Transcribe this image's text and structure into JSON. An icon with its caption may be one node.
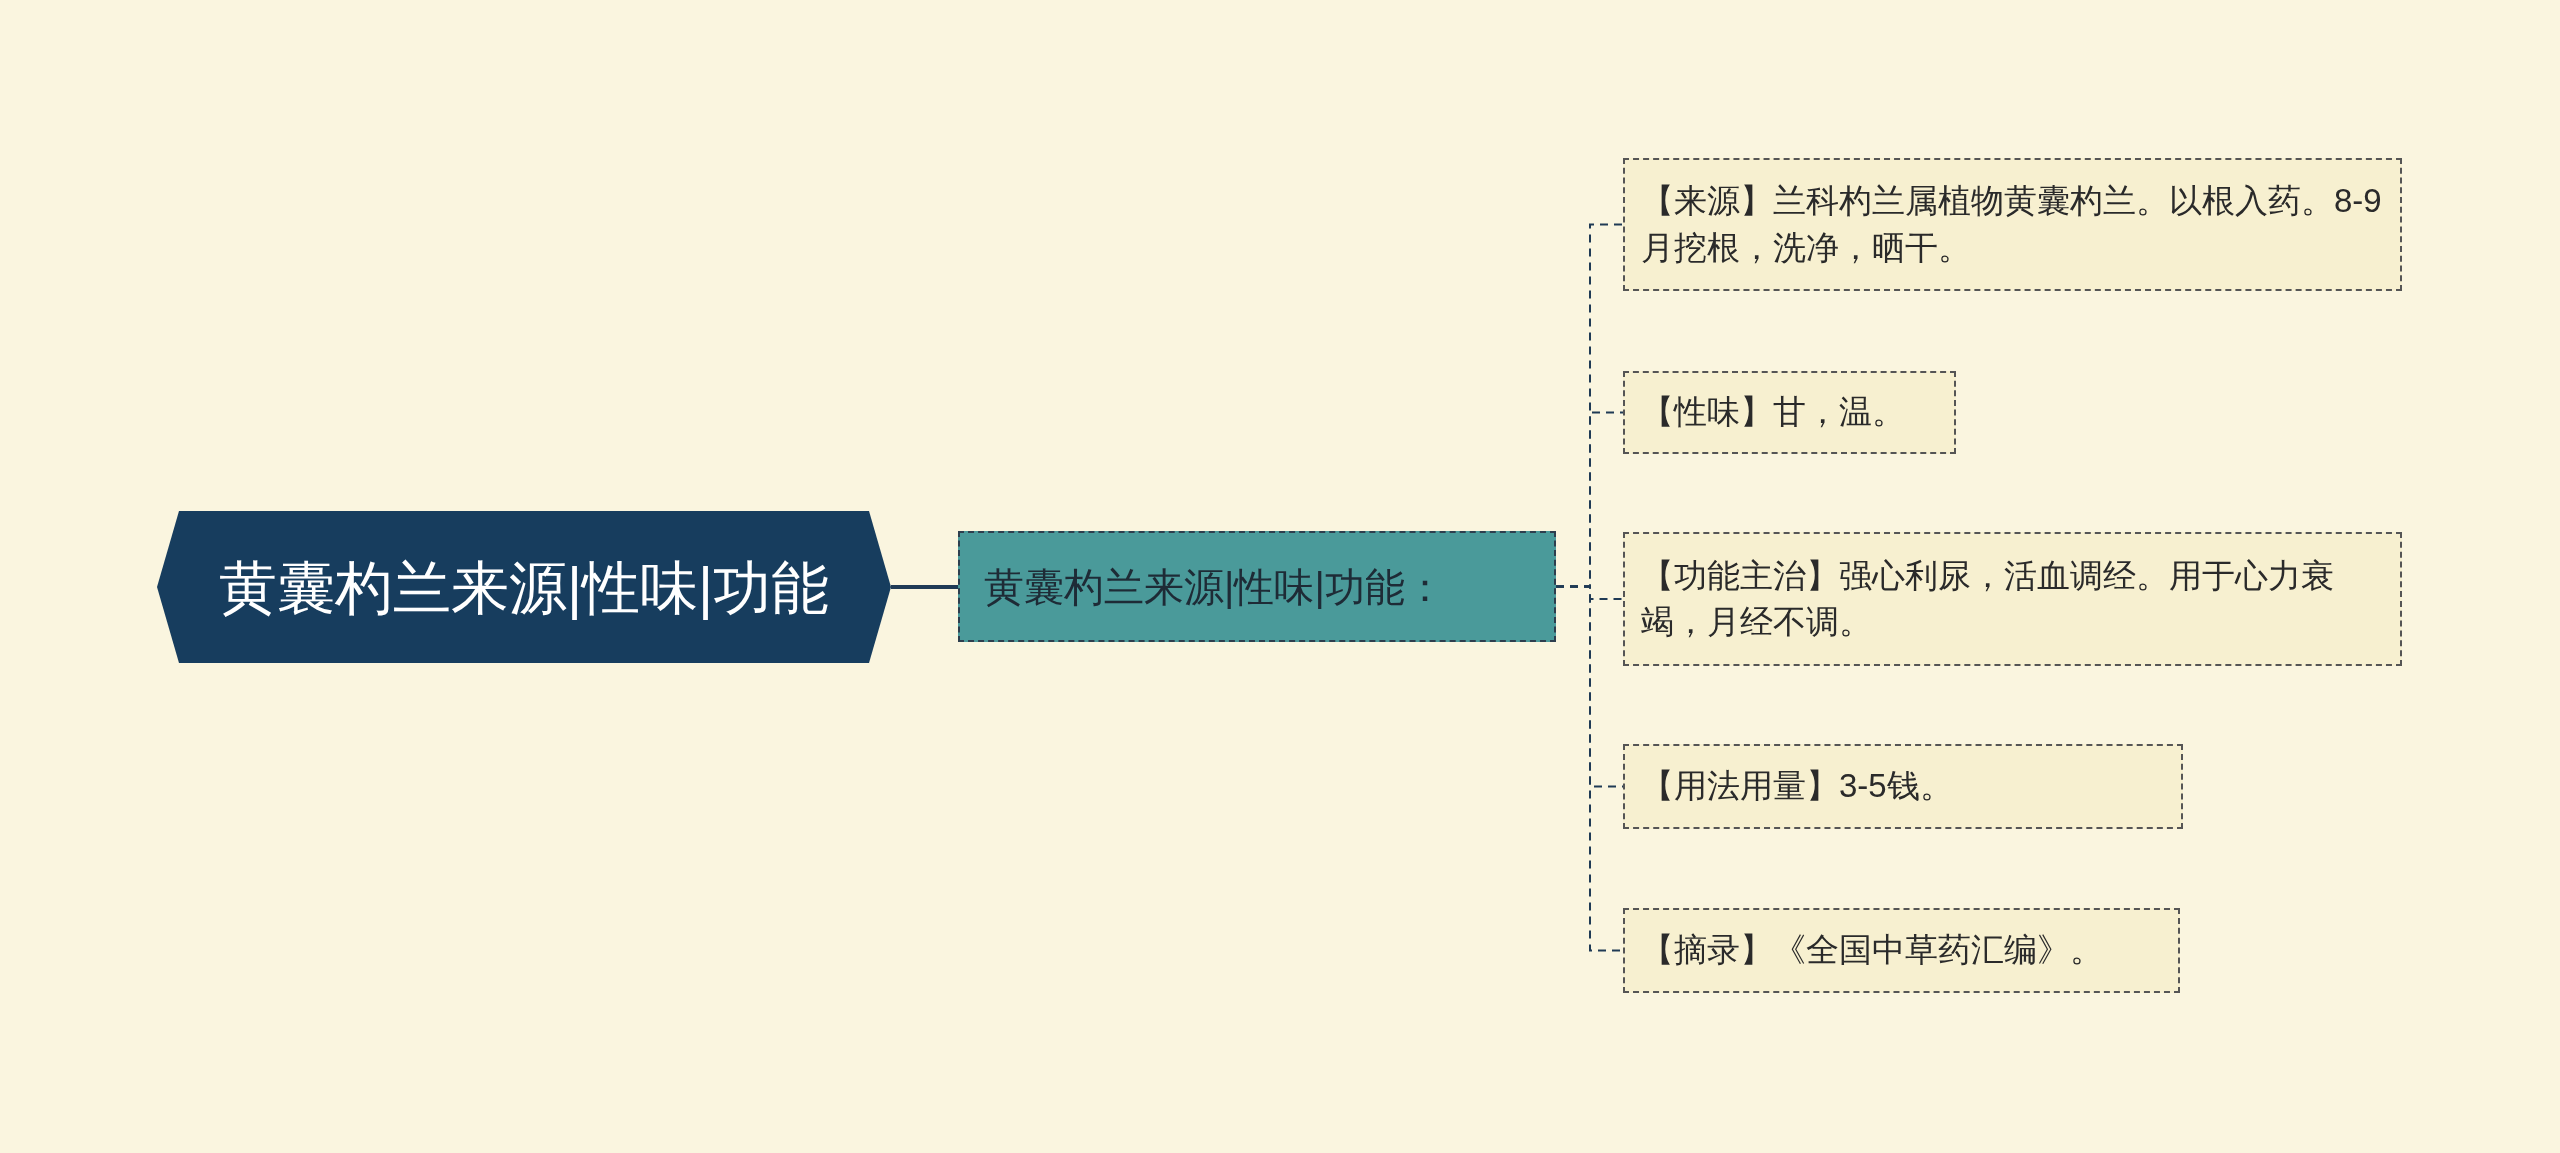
{
  "diagram": {
    "nodes": [
      {
        "text": [
          "黄囊杓兰来源|性味|功能"
        ]
      },
      {
        "text": [
          "黄囊杓兰来源|性味|功能："
        ]
      },
      {
        "text": [
          "【来源】兰科杓兰属植物黄囊杓兰。以根入药。8-9月挖根，洗净，晒干。"
        ]
      },
      {
        "text": [
          "【性味】甘，温。"
        ]
      },
      {
        "text": [
          "【功能主治】强心利尿，活血调经。用于心力衰竭，月经不调。"
        ]
      },
      {
        "text": [
          "【用法用量】3-5钱。"
        ]
      },
      {
        "text": [
          "【摘录】《全国中草药汇编》。"
        ]
      }
    ],
    "edges": [
      {
        "from": 0,
        "to": 1,
        "arrow": "none"
      },
      {
        "from": 1,
        "to": 2,
        "arrow": "none",
        "style": "dashed"
      },
      {
        "from": 1,
        "to": 3,
        "arrow": "none",
        "style": "dashed"
      },
      {
        "from": 1,
        "to": 4,
        "arrow": "none",
        "style": "dashed"
      },
      {
        "from": 1,
        "to": 5,
        "arrow": "none",
        "style": "dashed"
      },
      {
        "from": 1,
        "to": 6,
        "arrow": "none",
        "style": "dashed"
      }
    ]
  }
}
